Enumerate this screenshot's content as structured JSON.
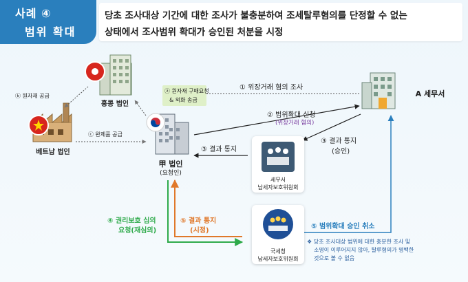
{
  "header": {
    "tag_line1": "사례 ④",
    "tag_line2": "범위 확대",
    "title_line1": "당초 조사대상 기간에 대한 조사가 불충분하여 조세탈루혐의를 단정할 수 없는",
    "title_line2": "상태에서 조사범위 확대가 승인된 처분을 시정"
  },
  "entities": {
    "hongkong": "홍콩 법인",
    "vietnam": "베트남 법인",
    "korea": "甲 법인",
    "korea_sub": "(요청인)",
    "tax_office": "A 세무서",
    "committee1_line1": "세무서",
    "committee1_line2": "납세자보호위원회",
    "committee2_line1": "국세청",
    "committee2_line2": "납세자보호위원회"
  },
  "flows": {
    "f1": "① 위장거래 혐의 조사",
    "f2": "② 범위확대 신청",
    "f2_sub": "(위장거래 혐의)",
    "f3a": "③ 결과 통지",
    "f3b_line1": "③ 결과 통지",
    "f3b_line2": "(승인)",
    "f4_line1": "④ 권리보호 심의",
    "f4_line2": "요청(재심의)",
    "f5a_line1": "⑤ 결과 통지",
    "f5a_line2": "(시정)",
    "f5b": "⑤ 범위확대 승인 취소",
    "fa_line1": "ⓐ 원자재 구매요청",
    "fa_line2": "& 외화 송금",
    "fb": "ⓑ 원자재 공급",
    "fc": "ⓒ 완제품 공급"
  },
  "note": {
    "line1": "❖ 당초 조사대상 범위에 대한 충분한 조사 및",
    "line2": "소명이 이루어지지 않아, 탈루혐의가 명백한",
    "line3": "것으로 볼 수 없음"
  },
  "colors": {
    "header_blue": "#2a7fbd",
    "arrow_green": "#2eaa4a",
    "arrow_orange": "#e0782a",
    "arrow_blue": "#2a7fbd",
    "purple_text": "#7b3fa0",
    "green_box": "#dff0c8"
  }
}
